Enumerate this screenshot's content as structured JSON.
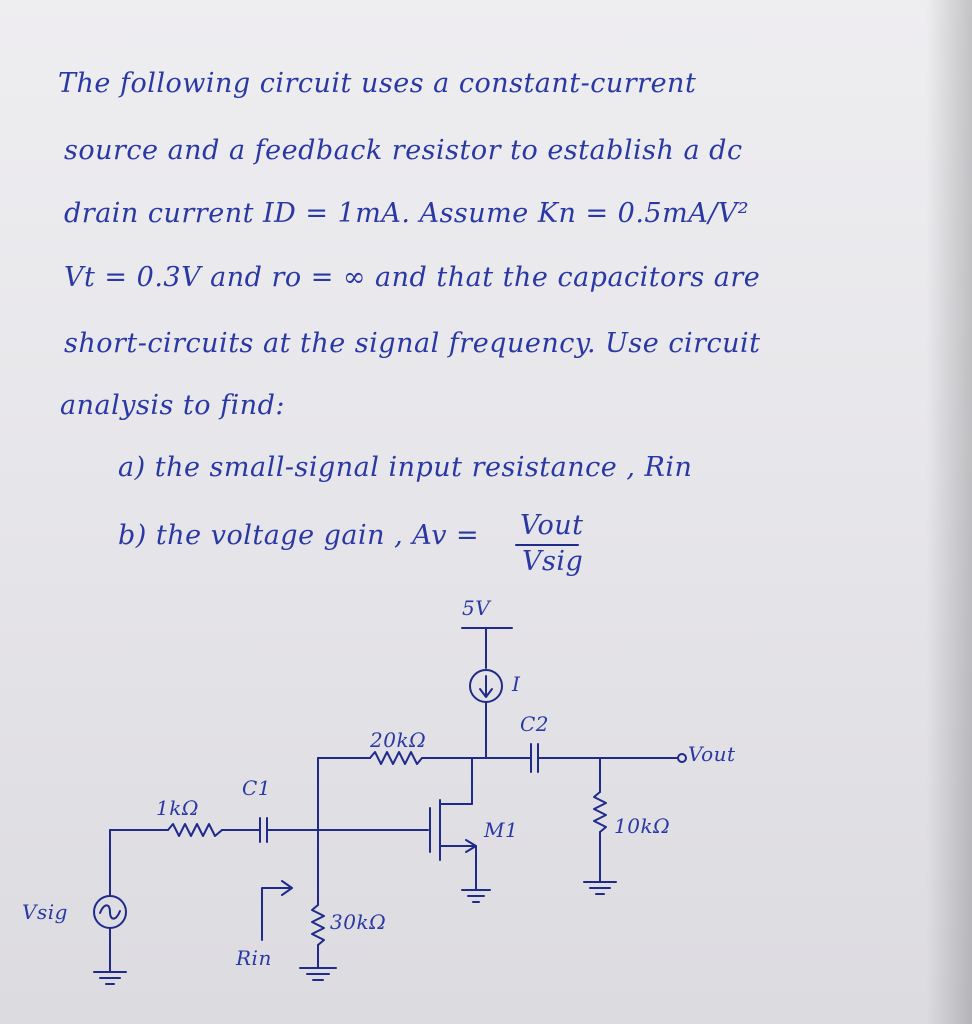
{
  "problem": {
    "lines": [
      "The following circuit uses a constant-current",
      "source and a feedback resistor to establish a dc",
      "drain current ID = 1mA. Assume Kn = 0.5mA/V²",
      "Vt = 0.3V and ro = ∞ and that the capacitors are",
      "short-circuits at the signal frequency. Use circuit",
      "analysis to find:"
    ],
    "question_a": "a) the small-signal input resistance , Rin",
    "question_b": "b) the voltage gain , Av =",
    "gain_numerator": "Vout",
    "gain_denominator": "Vsig"
  },
  "circuit": {
    "supply": "5V",
    "current_source": "I",
    "c2": "C2",
    "vout": "Vout",
    "rf": "20kΩ",
    "rl": "10kΩ",
    "transistor": "M1",
    "rsig": "1kΩ",
    "c1": "C1",
    "rg": "30kΩ",
    "rin": "Rin",
    "vsig": "Vsig"
  },
  "colors": {
    "ink": "#2a38a4",
    "paper": "#e9e8eb"
  }
}
